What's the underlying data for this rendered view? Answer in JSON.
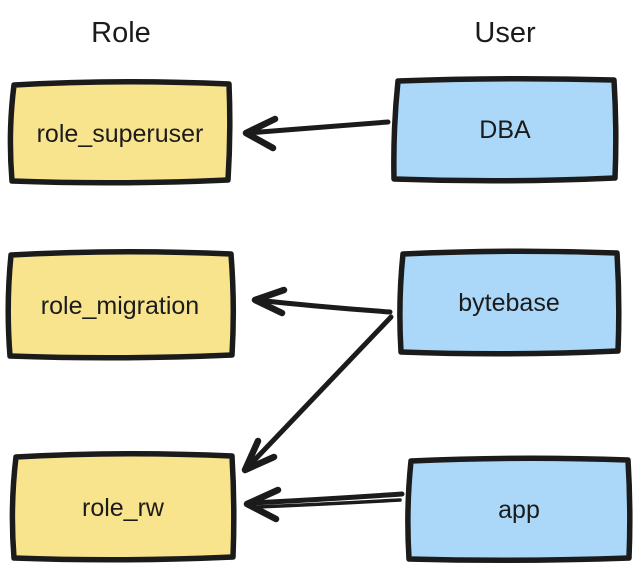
{
  "headers": {
    "role": "Role",
    "user": "User"
  },
  "nodes": {
    "role_superuser": {
      "label": "role_superuser",
      "type": "role"
    },
    "role_migration": {
      "label": "role_migration",
      "type": "role"
    },
    "role_rw": {
      "label": "role_rw",
      "type": "role"
    },
    "dba": {
      "label": "DBA",
      "type": "user"
    },
    "bytebase": {
      "label": "bytebase",
      "type": "user"
    },
    "app": {
      "label": "app",
      "type": "user"
    }
  },
  "edges": [
    {
      "from": "DBA",
      "to": "role_superuser"
    },
    {
      "from": "bytebase",
      "to": "role_migration"
    },
    {
      "from": "bytebase",
      "to": "role_rw"
    },
    {
      "from": "app",
      "to": "role_rw"
    }
  ],
  "colors": {
    "role_fill": "#f9e48e",
    "user_fill": "#abd8f8",
    "stroke": "#1b1b1b",
    "text": "#1b1b1b",
    "background": "#ffffff"
  }
}
